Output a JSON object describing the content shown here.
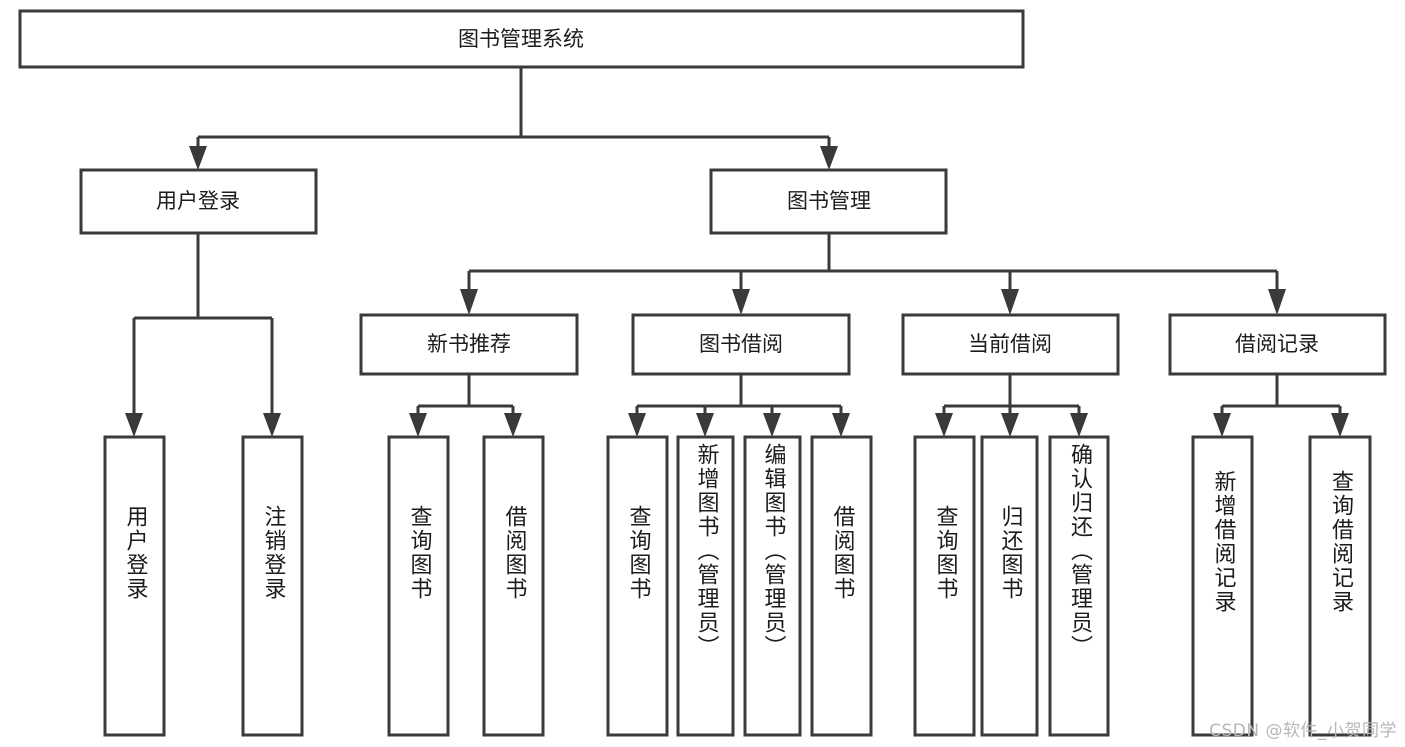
{
  "diagram": {
    "title": "图书管理系统",
    "watermark": "CSDN @软件_小贺同学",
    "stroke_color": "#3a3a3a",
    "box_fill": "#ffffff",
    "text_color": "#1c1c1c",
    "background": "#ffffff"
  },
  "chart_data": {
    "type": "tree",
    "title": "图书管理系统",
    "root": "图书管理系统",
    "levels": 4,
    "nodes": [
      {
        "id": "root",
        "label": "图书管理系统",
        "level": 0,
        "parent": null
      },
      {
        "id": "login",
        "label": "用户登录",
        "level": 1,
        "parent": "root"
      },
      {
        "id": "bookmgmt",
        "label": "图书管理",
        "level": 1,
        "parent": "root"
      },
      {
        "id": "newbook",
        "label": "新书推荐",
        "level": 2,
        "parent": "bookmgmt"
      },
      {
        "id": "borrow",
        "label": "图书借阅",
        "level": 2,
        "parent": "bookmgmt"
      },
      {
        "id": "current",
        "label": "当前借阅",
        "level": 2,
        "parent": "bookmgmt"
      },
      {
        "id": "records",
        "label": "借阅记录",
        "level": 2,
        "parent": "bookmgmt"
      },
      {
        "id": "l1",
        "label": "用户登录",
        "level": 3,
        "parent": "login"
      },
      {
        "id": "l2",
        "label": "注销登录",
        "level": 3,
        "parent": "login"
      },
      {
        "id": "l3",
        "label": "查询图书",
        "level": 3,
        "parent": "newbook"
      },
      {
        "id": "l4",
        "label": "借阅图书",
        "level": 3,
        "parent": "newbook"
      },
      {
        "id": "l5",
        "label": "查询图书",
        "level": 3,
        "parent": "borrow"
      },
      {
        "id": "l6",
        "label": "新增图书（管理员）",
        "level": 3,
        "parent": "borrow"
      },
      {
        "id": "l7",
        "label": "编辑图书（管理员）",
        "level": 3,
        "parent": "borrow"
      },
      {
        "id": "l8",
        "label": "借阅图书",
        "level": 3,
        "parent": "borrow"
      },
      {
        "id": "l9",
        "label": "查询图书",
        "level": 3,
        "parent": "current"
      },
      {
        "id": "l10",
        "label": "归还图书",
        "level": 3,
        "parent": "current"
      },
      {
        "id": "l11",
        "label": "确认归还（管理员）",
        "level": 3,
        "parent": "current"
      },
      {
        "id": "l12",
        "label": "新增借阅记录",
        "level": 3,
        "parent": "records"
      },
      {
        "id": "l13",
        "label": "查询借阅记录",
        "level": 3,
        "parent": "records"
      }
    ]
  },
  "labels": {
    "root": "图书管理系统",
    "login": "用户登录",
    "bookmgmt": "图书管理",
    "newbook": "新书推荐",
    "borrow": "图书借阅",
    "current": "当前借阅",
    "records": "借阅记录",
    "leaf_login_1": "用户登录",
    "leaf_login_2": "注销登录",
    "leaf_newbook_1": "查询图书",
    "leaf_newbook_2": "借阅图书",
    "leaf_borrow_1": "查询图书",
    "leaf_borrow_2": "新增图书（管理员）",
    "leaf_borrow_3": "编辑图书（管理员）",
    "leaf_borrow_4": "借阅图书",
    "leaf_current_1": "查询图书",
    "leaf_current_2": "归还图书",
    "leaf_current_3": "确认归还（管理员）",
    "leaf_records_1": "新增借阅记录",
    "leaf_records_2": "查询借阅记录"
  }
}
